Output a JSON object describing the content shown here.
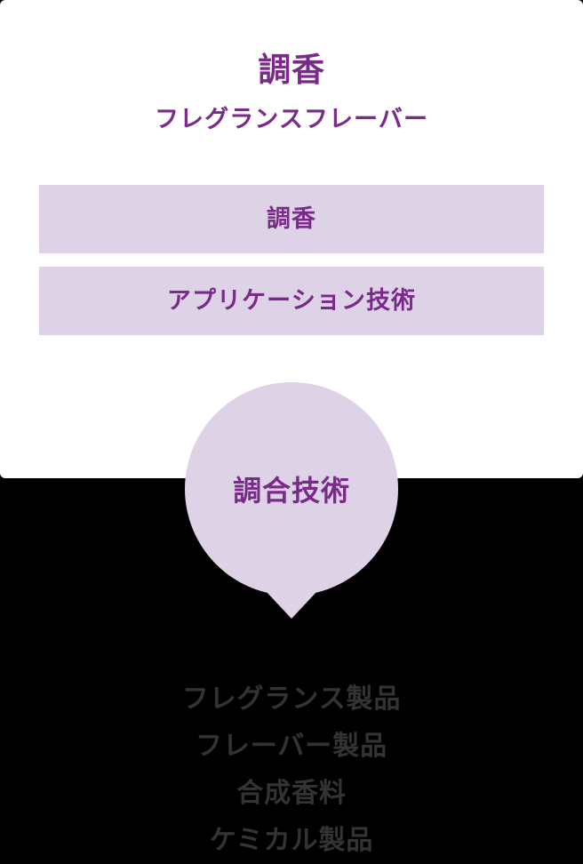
{
  "colors": {
    "accent_purple": "#7a2b8a",
    "panel_lavender": "#ded3e6",
    "card_background": "#ffffff",
    "page_background": "#000000",
    "footer_text": "#333333"
  },
  "header": {
    "title": "調香",
    "subtitle": "フレグランスフレーバー"
  },
  "capability_bars": [
    {
      "label": "調香"
    },
    {
      "label": "アプリケーション技術"
    }
  ],
  "process": {
    "circle_label": "調合技術",
    "arrow_icon": "arrow-down-icon",
    "arrow_direction": "down"
  },
  "products": {
    "items": [
      "フレグランス製品",
      "フレーバー製品",
      "合成香料",
      "ケミカル製品"
    ]
  }
}
